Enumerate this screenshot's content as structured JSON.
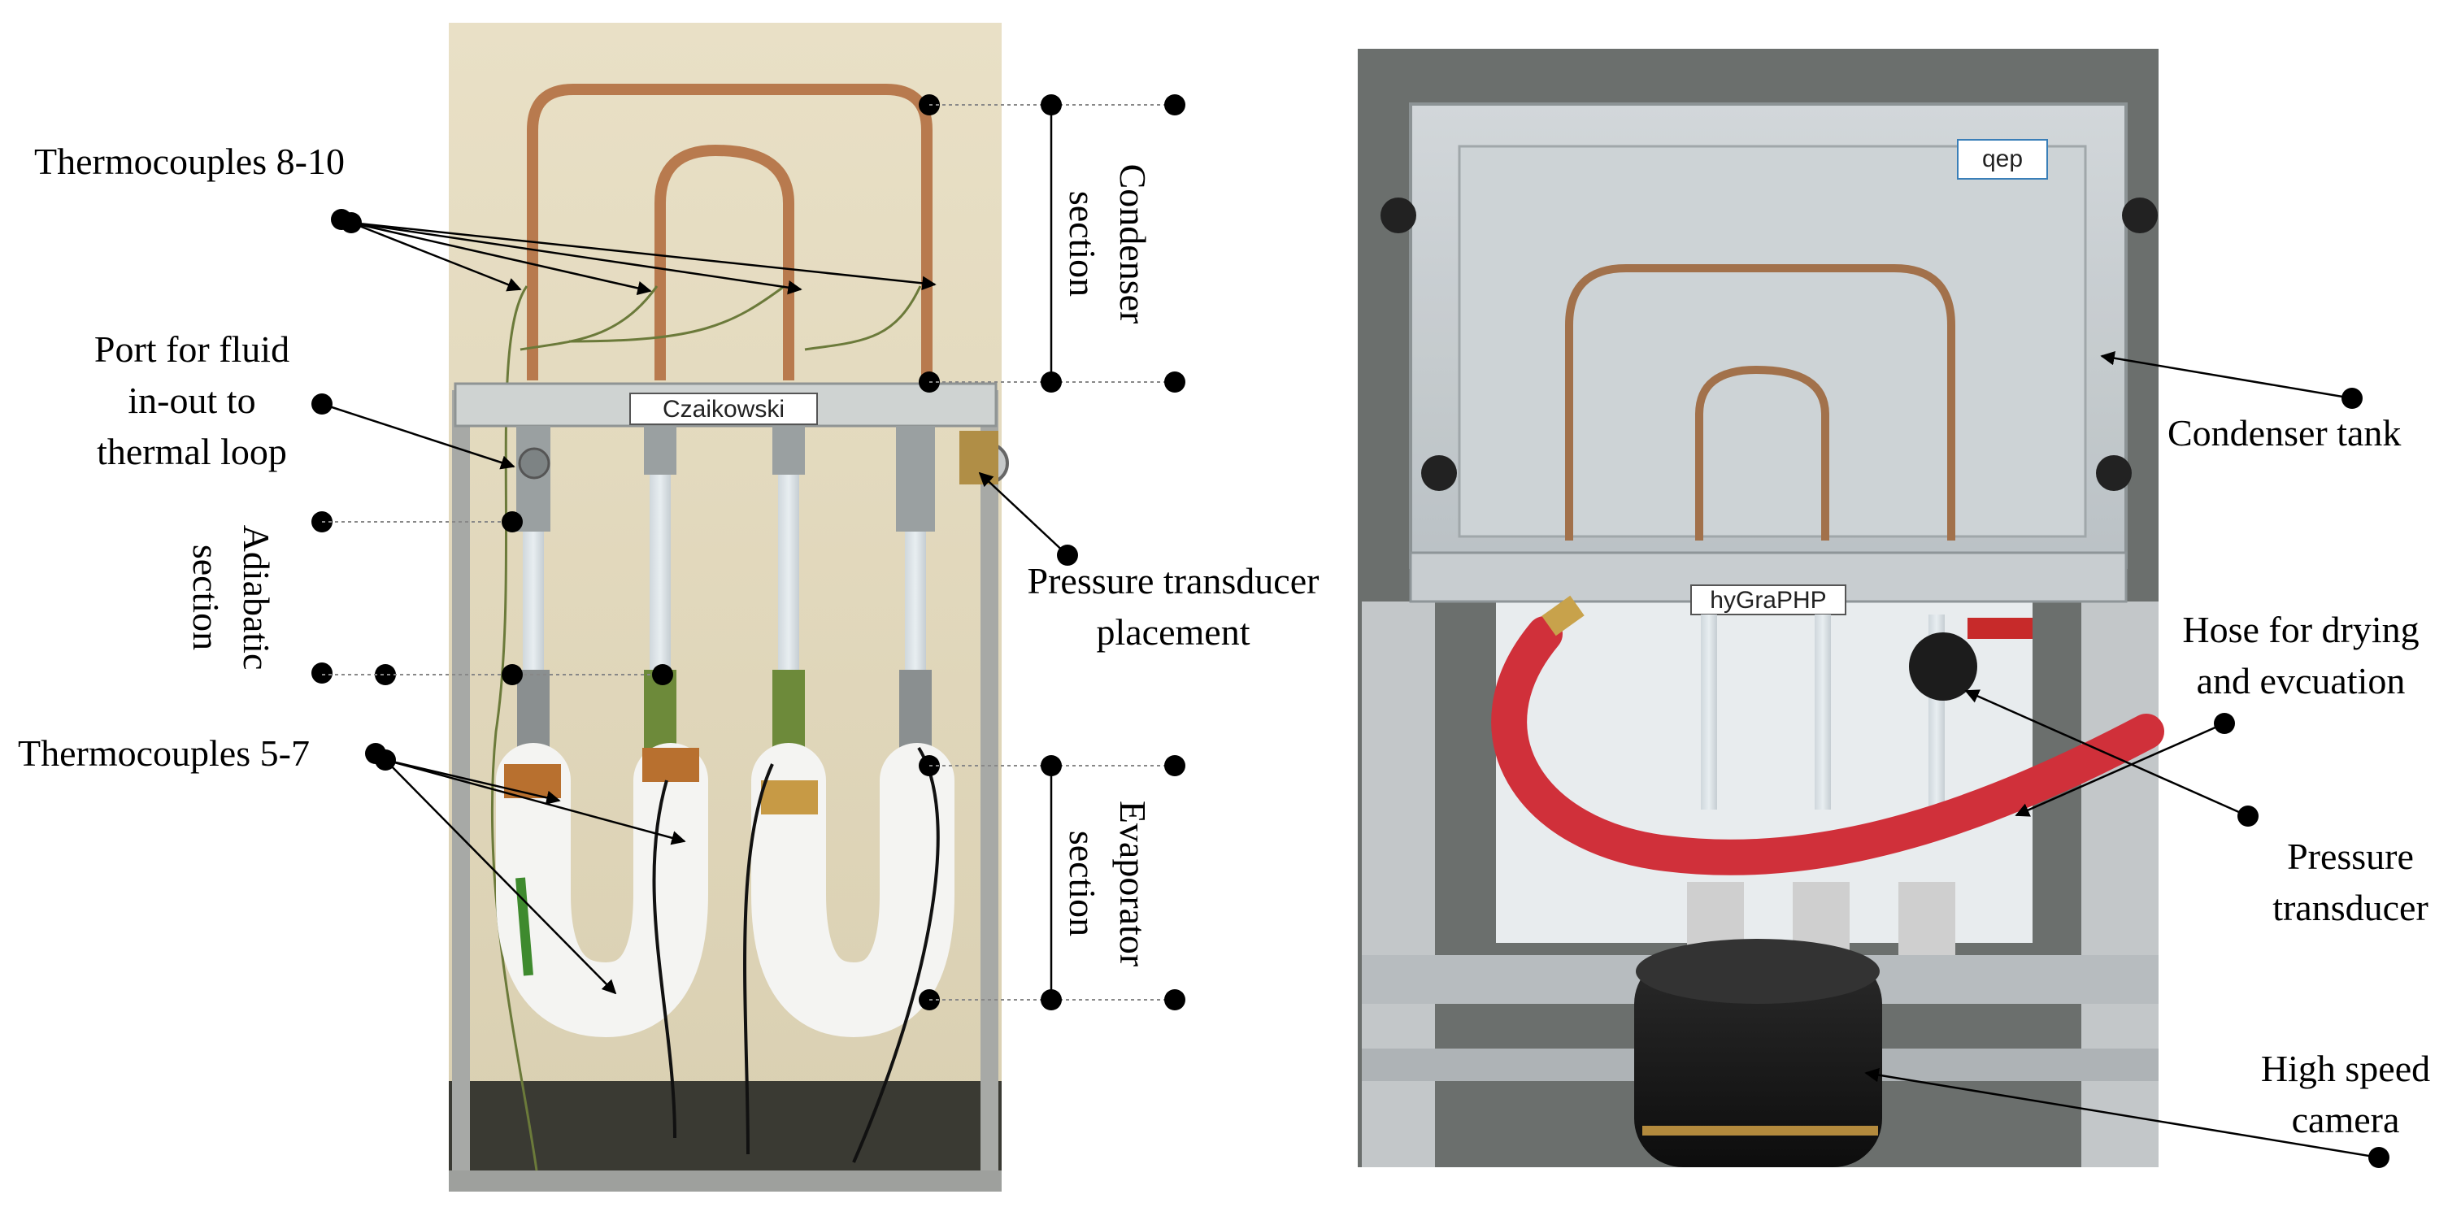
{
  "labels": {
    "thermocouples_8_10": "Thermocouples 8-10",
    "port_fluid_line1": "Port for fluid",
    "port_fluid_line2": "in-out to",
    "port_fluid_line3": "thermal loop",
    "adiabatic_line1": "Adiabatic",
    "adiabatic_line2": "section",
    "thermocouples_5_7": "Thermocouples 5-7",
    "condenser_line1": "Condenser",
    "condenser_line2": "section",
    "pressure_placement_line1": "Pressure transducer",
    "pressure_placement_line2": "placement",
    "evaporator_line1": "Evaporator",
    "evaporator_line2": "section",
    "condenser_tank": "Condenser tank",
    "hose_line1": "Hose for drying",
    "hose_line2": "and evcuation",
    "pressure_transducer_line1": "Pressure",
    "pressure_transducer_line2": "transducer",
    "camera_line1": "High speed",
    "camera_line2": "camera"
  },
  "photo_labels": {
    "left_sign": "Czaikowski",
    "right_sign": "hyGraPHP",
    "logo": "qep"
  },
  "colors": {
    "copper": "#b87a4e",
    "wall": "#e6dcc0",
    "insulation": "#f4f4f2",
    "hose_red": "#d0303a",
    "aluminium": "#b9bec2"
  }
}
